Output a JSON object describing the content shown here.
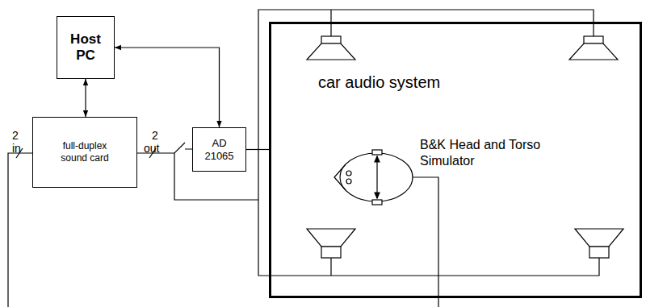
{
  "diagram": {
    "nodes": [
      {
        "text": [
          "Host PC"
        ]
      },
      {
        "text": [
          "full-duplex sound card"
        ]
      },
      {
        "text": [
          "AD 21065"
        ]
      },
      {
        "text": [
          "car audio system"
        ]
      }
    ],
    "edges": [
      {
        "from": 0,
        "to": 1,
        "arrow": "both"
      },
      {
        "from": 0,
        "to": 2,
        "arrow": "both"
      },
      {
        "from": 1,
        "to": 2,
        "arrow": "none"
      },
      {
        "from": 2,
        "to": 3,
        "arrow": "none"
      }
    ],
    "labels": [
      "2",
      "in",
      "2",
      "out",
      "B&K Head and Torso Simulator"
    ]
  }
}
